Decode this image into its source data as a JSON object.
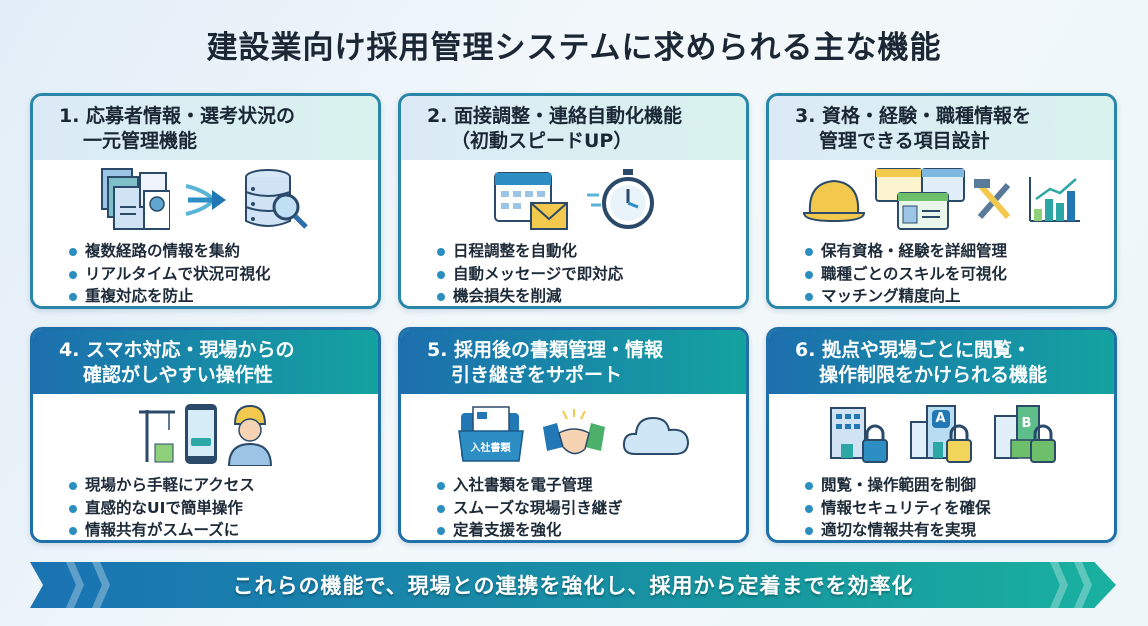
{
  "title": "建設業向け採用管理システムに求められる主な機能",
  "cards": [
    {
      "line1": "1. 応募者情報・選考状況の",
      "line2": "一元管理機能",
      "icons": [
        "documents-icon",
        "resume-icon",
        "arrow-icon",
        "database-search-icon"
      ],
      "bullets": [
        "複数経路の情報を集約",
        "リアルタイムで状況可視化",
        "重複対応を防止"
      ]
    },
    {
      "line1": "2. 面接調整・連絡自動化機能",
      "line2": "（初動スピードUP）",
      "icons": [
        "calendar-icon",
        "mail-icon",
        "stopwatch-icon"
      ],
      "bullets": [
        "日程調整を自動化",
        "自動メッセージで即対応",
        "機会損失を削減"
      ]
    },
    {
      "line1": "3. 資格・経験・職種情報を",
      "line2": "管理できる項目設計",
      "icons": [
        "hard-hat-icon",
        "license-card-icon",
        "tools-icon",
        "bar-chart-icon"
      ],
      "bullets": [
        "保有資格・経験を詳細管理",
        "職種ごとのスキルを可視化",
        "マッチング精度向上"
      ]
    },
    {
      "line1": "4. スマホ対応・現場からの",
      "line2": "確認がしやすい操作性",
      "icons": [
        "crane-icon",
        "smartphone-icon",
        "worker-icon"
      ],
      "bullets": [
        "現場から手軽にアクセス",
        "直感的なUIで簡単操作",
        "情報共有がスムーズに"
      ]
    },
    {
      "line1": "5. 採用後の書類管理・情報",
      "line2": "引き継ぎをサポート",
      "icons": [
        "folder-icon",
        "handshake-icon",
        "cloud-icon"
      ],
      "folder_label": "入社書類",
      "bullets": [
        "入社書類を電子管理",
        "スムーズな現場引き継ぎ",
        "定着支援を強化"
      ]
    },
    {
      "line1": "6. 拠点や現場ごとに閲覧・",
      "line2": "操作制限をかけられる機能",
      "icons": [
        "building-lock-icon",
        "building-a-lock-icon",
        "building-b-lock-icon"
      ],
      "building_a": "A",
      "building_b": "B",
      "bullets": [
        "閲覧・操作範囲を制御",
        "情報セキュリティを確保",
        "適切な情報共有を実現"
      ]
    }
  ],
  "banner": "これらの機能で、現場との連携を強化し、採用から定着までを効率化",
  "colors": {
    "blue": "#1c6fae",
    "teal": "#14a3a0",
    "bullet": "#2a8fbf",
    "yellow": "#f2c94c",
    "green": "#6dbf6a"
  }
}
